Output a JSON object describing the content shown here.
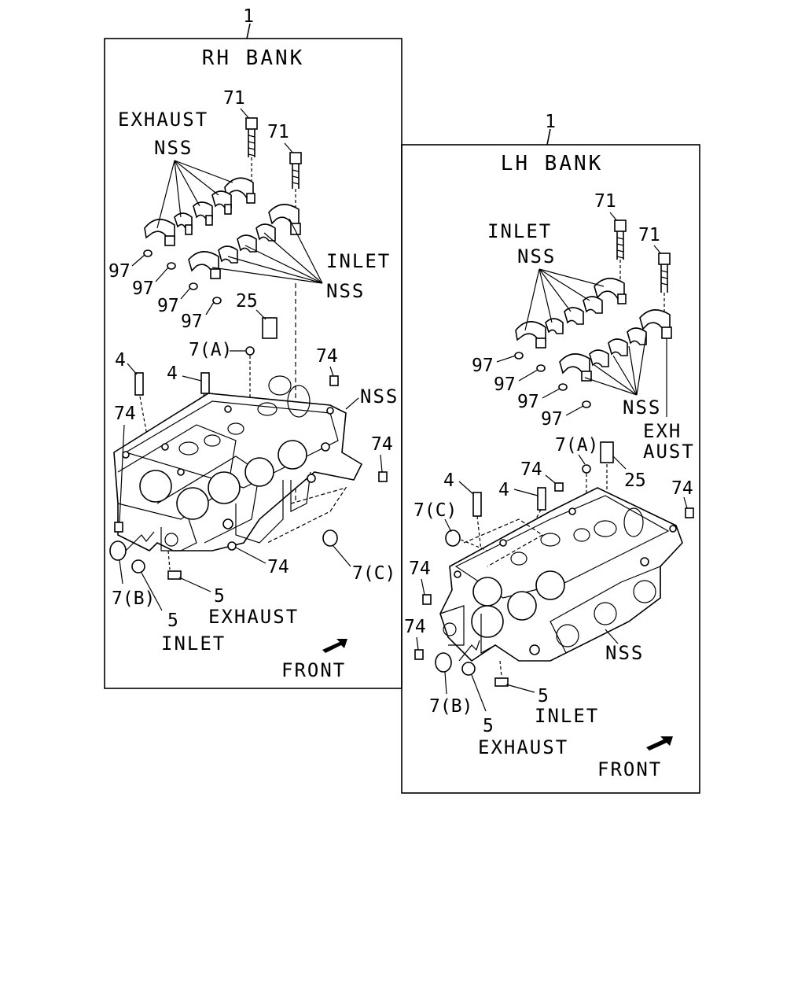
{
  "rh_bank": {
    "title": "RH BANK",
    "callout": "1",
    "labels": {
      "exhaust_top": "EXHAUST",
      "nss_top": "NSS",
      "inlet": "INLET",
      "nss_mid": "NSS",
      "nss_right": "NSS",
      "exhaust_bottom": "EXHAUST",
      "inlet_bottom": "INLET",
      "front": "FRONT"
    },
    "parts": {
      "p71a": "71",
      "p71b": "71",
      "p97a": "97",
      "p97b": "97",
      "p97c": "97",
      "p97d": "97",
      "p25": "25",
      "p7a": "7(A)",
      "p4a": "4",
      "p4b": "4",
      "p74a": "74",
      "p74b": "74",
      "p74c": "74",
      "p74d": "74",
      "p7b": "7(B)",
      "p7c": "7(C)",
      "p5a": "5",
      "p5b": "5"
    }
  },
  "lh_bank": {
    "title": "LH BANK",
    "callout": "1",
    "labels": {
      "inlet_top": "INLET",
      "nss_top": "NSS",
      "nss_mid": "NSS",
      "exh": "EXH",
      "aust": "AUST",
      "nss_bottom": "NSS",
      "inlet_bottom": "INLET",
      "exhaust_bottom": "EXHAUST",
      "front": "FRONT"
    },
    "parts": {
      "p71a": "71",
      "p71b": "71",
      "p97a": "97",
      "p97b": "97",
      "p97c": "97",
      "p97d": "97",
      "p7a": "7(A)",
      "p25": "25",
      "p4a": "4",
      "p4b": "4",
      "p74a": "74",
      "p74b": "74",
      "p74c": "74",
      "p74d": "74",
      "p7c": "7(C)",
      "p7b": "7(B)",
      "p5a": "5",
      "p5b": "5"
    }
  }
}
